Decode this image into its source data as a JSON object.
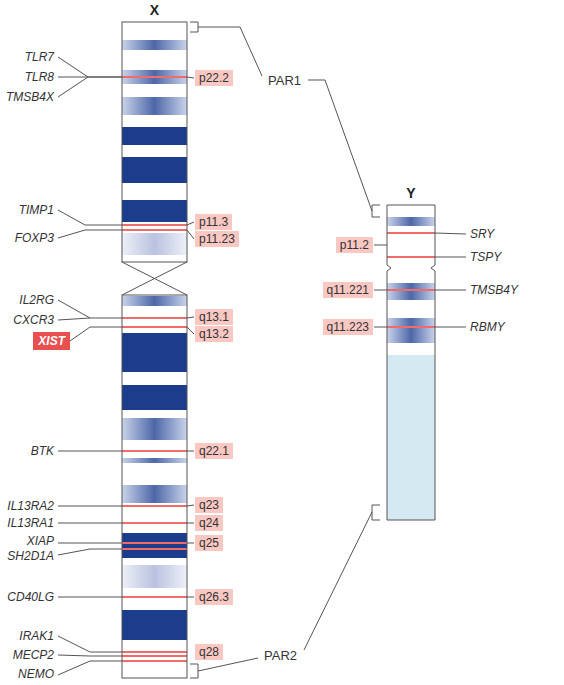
{
  "diagram": {
    "nodes": [
      {
        "text": [
          "X"
        ]
      },
      {
        "text": [
          "p22.2"
        ]
      },
      {
        "text": [
          "p11.3"
        ]
      },
      {
        "text": [
          "p11.23"
        ]
      },
      {
        "text": [
          "q13.1"
        ]
      },
      {
        "text": [
          "XIST"
        ]
      },
      {
        "text": [
          "q13.2"
        ]
      },
      {
        "text": [
          "q22.1"
        ]
      },
      {
        "text": [
          "q23"
        ]
      },
      {
        "text": [
          "q24"
        ]
      },
      {
        "text": [
          "q25"
        ]
      },
      {
        "text": [
          "q26.3"
        ]
      },
      {
        "text": [
          "q28"
        ]
      },
      {
        "text": [
          "Y"
        ]
      },
      {
        "text": [
          "p11.2"
        ]
      },
      {
        "text": [
          "q11.221"
        ]
      },
      {
        "text": [
          "q11.223"
        ]
      }
    ],
    "labels": [
      "TLR7",
      "TLR8",
      "TMSB4X",
      "TIMP1",
      "FOXP3",
      "IL2RG",
      "CXCR3",
      "BTK",
      "IL13RA2",
      "IL13RA1",
      "XIAP",
      "SH2D1A",
      "CD40LG",
      "IRAK1",
      "MECP2",
      "NEMO",
      "SRY",
      "TSPY",
      "TMSB4Y",
      "RBMY",
      "PAR1",
      "PAR2"
    ]
  }
}
